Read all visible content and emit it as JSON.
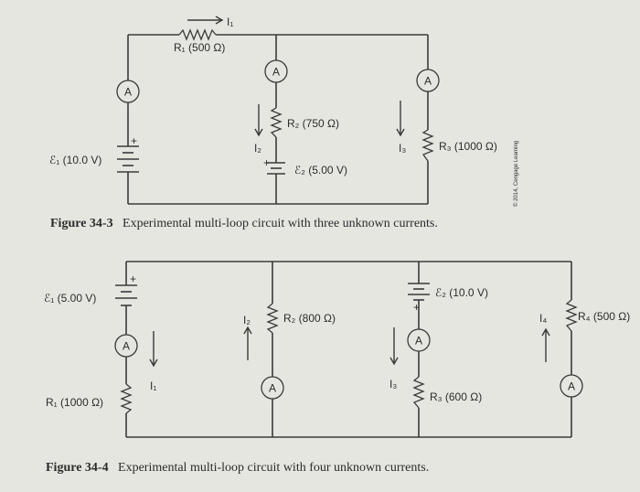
{
  "figure1": {
    "caption_number": "Figure 34-3",
    "caption_text": "Experimental multi-loop circuit with three unknown currents.",
    "credit": "© 2014, Cengage Learning",
    "r1": "R₁ (500 Ω)",
    "r2": "R₂ (750 Ω)",
    "r3": "R₃ (1000 Ω)",
    "e1": "ℰ₁ (10.0 V)",
    "e2": "ℰ₂ (5.00 V)",
    "i1": "I₁",
    "i2": "I₂",
    "i3": "I₃",
    "meter": "A",
    "plus": "+"
  },
  "figure2": {
    "caption_number": "Figure 34-4",
    "caption_text": "Experimental multi-loop circuit with four unknown currents.",
    "r1": "R₁ (1000 Ω)",
    "r2": "R₂ (800 Ω)",
    "r3": "R₃ (600 Ω)",
    "r4": "R₄ (500 Ω)",
    "e1": "ℰ₁ (5.00 V)",
    "e2": "ℰ₂ (10.0 V)",
    "i1": "I₁",
    "i2": "I₂",
    "i3": "I₃",
    "i4": "I₄",
    "meter": "A",
    "plus": "+"
  }
}
